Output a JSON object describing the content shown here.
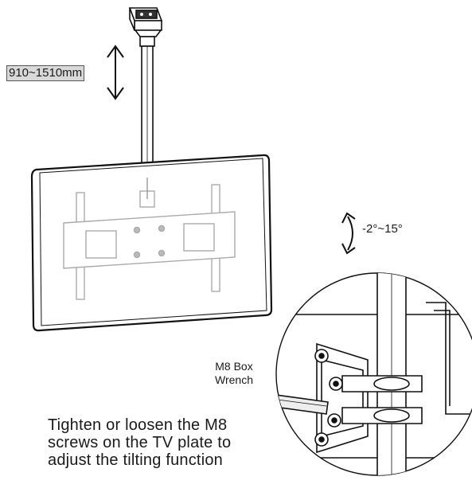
{
  "labels": {
    "height_range": "910~1510mm",
    "tilt_range": "-2°~15°",
    "tool_line1": "M8 Box",
    "tool_line2": "Wrench",
    "instruction_line1": "Tighten or loosen the M8",
    "instruction_line2": "screws on the TV plate to",
    "instruction_line3": "adjust the tilting function"
  }
}
